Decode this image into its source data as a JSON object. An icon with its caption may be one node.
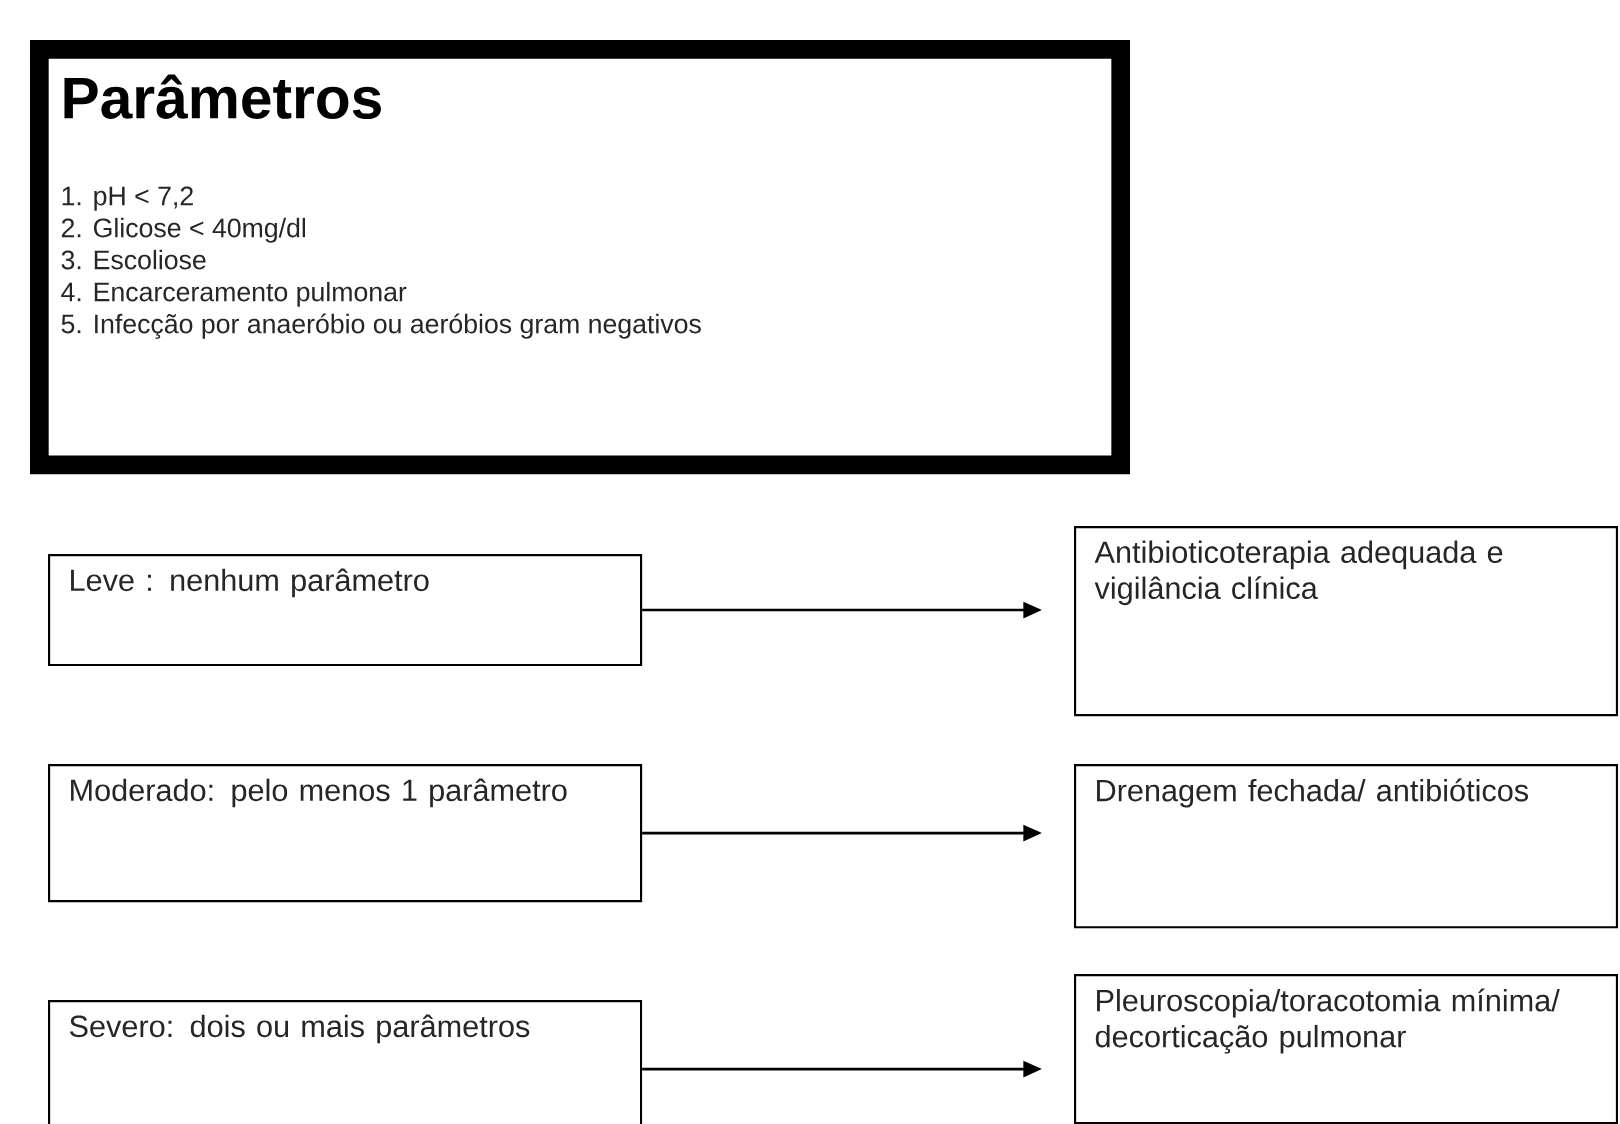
{
  "diagram": {
    "nodes": [
      {
        "text": [
          "Parâmetros",
          "1. pH < 7,2",
          "2. Glicose < 40mg/dl",
          "3. Escoliose",
          "4. Encarceramento pulmonar",
          "5. Infecção por anaeróbio ou aeróbios gram negativos"
        ]
      },
      {
        "text": [
          "Leve : nenhum parâmetro"
        ]
      },
      {
        "text": [
          "Antibioticoterapia adequada e vigilância clínica"
        ]
      },
      {
        "text": [
          "Moderado: pelo menos 1 parâmetro"
        ]
      },
      {
        "text": [
          "Drenagem fechada/ antibióticos"
        ]
      },
      {
        "text": [
          "Severo: dois ou mais parâmetros"
        ]
      },
      {
        "text": [
          "Pleuroscopia/toracotomia mínima/ decorticação pulmonar"
        ]
      }
    ],
    "edges": [
      {
        "from": 1,
        "to": 2,
        "arrow": "to"
      },
      {
        "from": 3,
        "to": 4,
        "arrow": "to"
      },
      {
        "from": 5,
        "to": 6,
        "arrow": "to"
      }
    ]
  }
}
